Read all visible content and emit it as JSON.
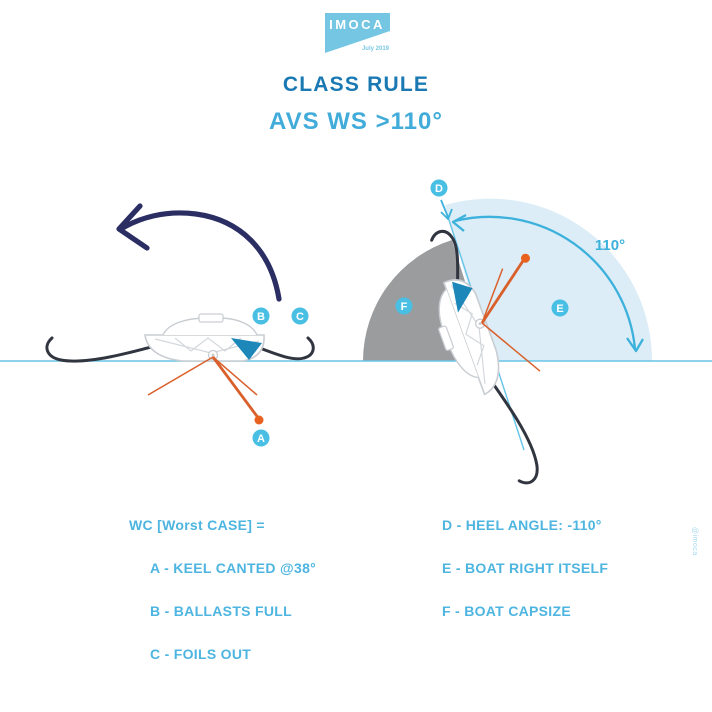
{
  "logo": {
    "brand": "IMOCA",
    "date": "July 2019"
  },
  "header": {
    "title": "CLASS RULE",
    "subtitle": "AVS WS >110°"
  },
  "diagram": {
    "angle_label": "110°",
    "markers": {
      "A": "A",
      "B": "B",
      "C": "C",
      "D": "D",
      "E": "E",
      "F": "F"
    }
  },
  "legend": {
    "worst_case": "WC [Worst CASE] =",
    "items_left": [
      "A - KEEL CANTED @38°",
      "B - BALLASTS FULL",
      "C - FOILS OUT"
    ],
    "items_right": [
      "D - HEEL ANGLE: -110°",
      "E - BOAT RIGHT ITSELF",
      "F -  BOAT CAPSIZE"
    ]
  },
  "watermark": "@imoca",
  "colors": {
    "brand_cyan": "#49bfe4",
    "text_cyan": "#4db5e0",
    "title_blue": "#1a79b3",
    "navy": "#2b2e63",
    "orange": "#d9602b",
    "orange_dot": "#e8611f",
    "gray_sector": "#9a9c9e",
    "pale_blue_sector": "#dcedf7",
    "hull_outline": "#c9cdd2",
    "ballast_blue": "#1c87b8",
    "waterline": "#6ac4e6",
    "foil_dark": "#30353f"
  }
}
